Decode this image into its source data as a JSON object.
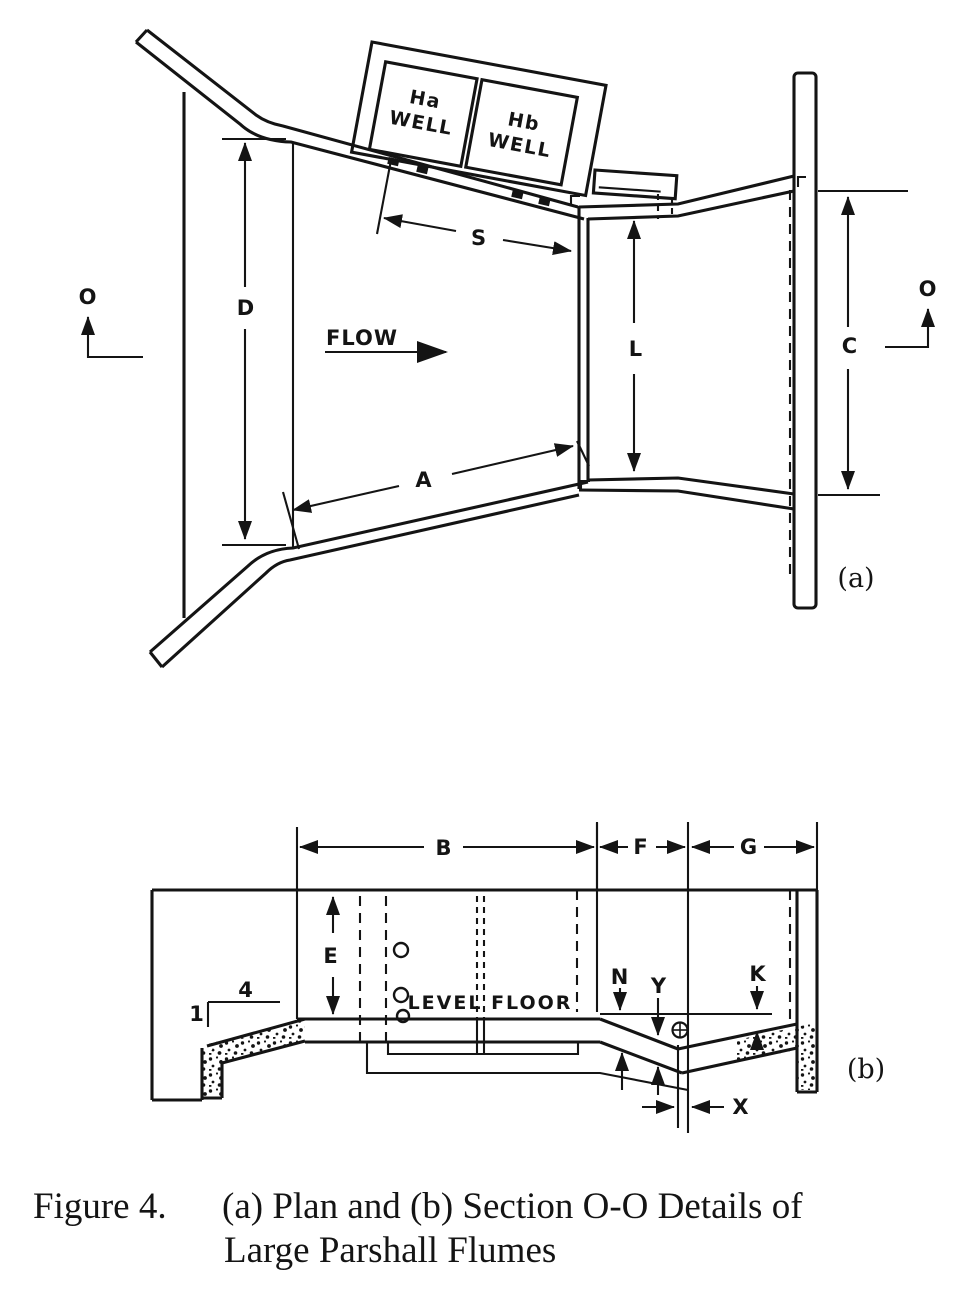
{
  "figure": {
    "caption_prefix": "Figure 4.",
    "caption_line1": "(a) Plan and (b) Section O-O Details of",
    "caption_line2": "Large Parshall Flumes"
  },
  "plan": {
    "sublabel": "(a)",
    "flow_label": "FLOW",
    "section_marker_left": "O",
    "section_marker_right": "O",
    "wells": {
      "ha_line1": "Ha",
      "ha_line2": "WELL",
      "hb_line1": "Hb",
      "hb_line2": "WELL"
    },
    "dims": {
      "S": "S",
      "D": "D",
      "L": "L",
      "C": "C",
      "A": "A"
    }
  },
  "section": {
    "sublabel": "(b)",
    "floor_label": "LEVEL FLOOR",
    "slope": {
      "horizontal_units": "4",
      "vertical_units": "1"
    },
    "dims": {
      "B": "B",
      "E": "E",
      "F": "F",
      "G": "G",
      "N": "N",
      "Y": "Y",
      "K": "K",
      "X": "X"
    }
  },
  "colors": {
    "ink": "#141414",
    "paper": "#ffffff"
  }
}
